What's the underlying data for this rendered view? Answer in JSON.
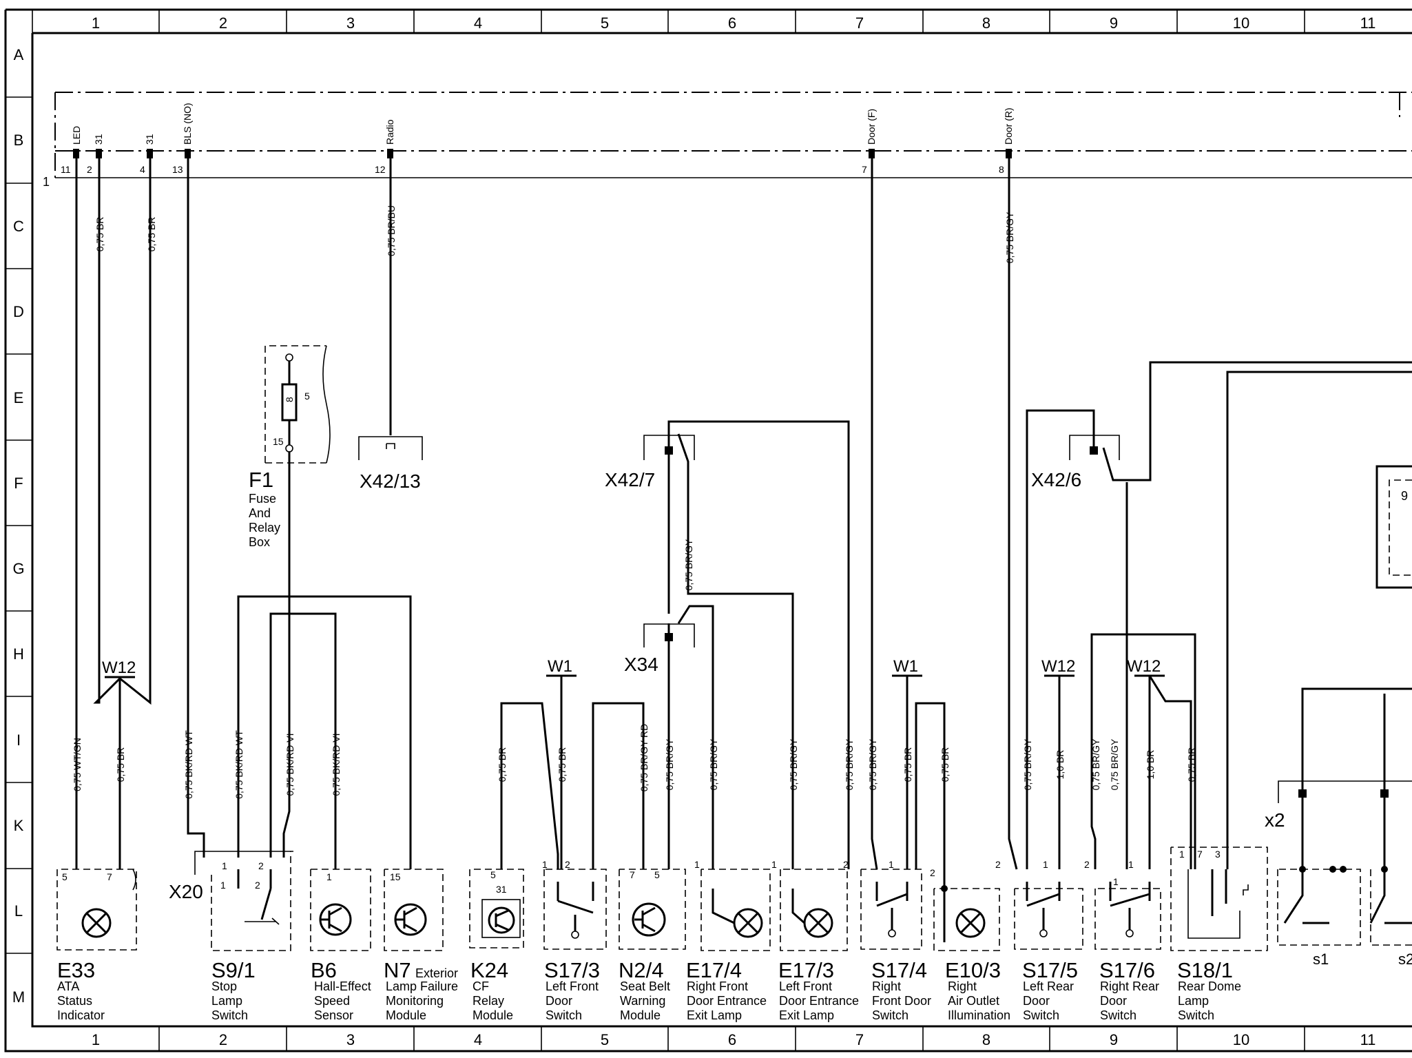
{
  "columns": [
    "1",
    "2",
    "3",
    "4",
    "5",
    "6",
    "7",
    "8",
    "9",
    "10",
    "11"
  ],
  "rows": [
    "A",
    "B",
    "C",
    "D",
    "E",
    "F",
    "G",
    "H",
    "I",
    "K",
    "L",
    "M"
  ],
  "top_connector": {
    "label": "1",
    "pins": [
      {
        "pin": "11",
        "name": "LED"
      },
      {
        "pin": "2",
        "name": "31"
      },
      {
        "pin": "4",
        "name": "31"
      },
      {
        "pin": "13",
        "name": "BLS (NO)"
      },
      {
        "pin": "12",
        "name": "Radio"
      },
      {
        "pin": "7",
        "name": "Door (F)"
      },
      {
        "pin": "8",
        "name": "Door (R)"
      }
    ]
  },
  "wires": [
    "0,75 BR",
    "0,75 BR",
    "0,75 BR/BU",
    "0,75 BR/GY",
    "0,75 WT/GN",
    "0,75 BR",
    "0,75 BK/RD WT",
    "0,75 BK/RD WT",
    "0,75 BK/RD VI",
    "0,75 BK/RD VI",
    "0,75 BR",
    "0,75 BR",
    "0,75 BR/GY RD",
    "0,75 BR/GY",
    "0,75 BR/GY",
    "0,75 BR/GY",
    "0,75 BR/GY",
    "0,75 BR/GY",
    "0,75 BR",
    "0,75 BR",
    "0,75 BR/GY",
    "1,0 BR",
    "0,75 BR/GY",
    "0,75 BR/GY",
    "1,0 BR",
    "0,75 BR",
    "0,75 BR/GY"
  ],
  "splices": [
    "W12",
    "W1",
    "W1",
    "W12",
    "W12"
  ],
  "connectors": [
    "X42/13",
    "X42/7",
    "X34",
    "X42/6",
    "X20",
    "x2"
  ],
  "fuse_box": {
    "code": "F1",
    "lines": [
      "Fuse",
      "And",
      "Relay",
      "Box"
    ],
    "pins": [
      "5",
      "15"
    ],
    "fuse": "8"
  },
  "pin_labels": [
    "5",
    "7",
    "1",
    "2",
    "1",
    "2",
    "1",
    "15",
    "5",
    "31",
    "1",
    "2",
    "7",
    "5",
    "1",
    "1",
    "2",
    "1",
    "2",
    "1",
    "2",
    "1",
    "2",
    "1",
    "1",
    "7",
    "3"
  ],
  "components": [
    {
      "code": "E33",
      "lines": [
        "ATA",
        "Status",
        "Indicator"
      ]
    },
    {
      "code": "S9/1",
      "lines": [
        "Stop",
        "Lamp",
        "Switch"
      ]
    },
    {
      "code": "B6",
      "lines": [
        "Hall-Effect",
        "Speed",
        "Sensor"
      ]
    },
    {
      "code": "N7",
      "suffix": "Exterior",
      "lines": [
        "Lamp Failure",
        "Monitoring",
        "Module"
      ]
    },
    {
      "code": "K24",
      "lines": [
        "CF",
        "Relay",
        "Module"
      ]
    },
    {
      "code": "S17/3",
      "lines": [
        "Left Front",
        "Door",
        "Switch"
      ]
    },
    {
      "code": "N2/4",
      "lines": [
        "Seat Belt",
        "Warning",
        "Module"
      ]
    },
    {
      "code": "E17/4",
      "lines": [
        "Right Front",
        "Door Entrance",
        "Exit Lamp"
      ]
    },
    {
      "code": "E17/3",
      "lines": [
        "Left Front",
        "Door Entrance",
        "Exit Lamp"
      ]
    },
    {
      "code": "S17/4",
      "lines": [
        "Right",
        "Front Door",
        "Switch"
      ]
    },
    {
      "code": "E10/3",
      "lines": [
        "Right",
        "Air Outlet",
        "Illumination"
      ]
    },
    {
      "code": "S17/5",
      "lines": [
        "Left Rear",
        "Door",
        "Switch"
      ]
    },
    {
      "code": "S17/6",
      "lines": [
        "Right Rear",
        "Door",
        "Switch"
      ]
    },
    {
      "code": "S18/1",
      "lines": [
        "Rear Dome",
        "Lamp",
        "Switch"
      ]
    }
  ],
  "sub_switches": [
    "s1",
    "s2"
  ],
  "edge_marks": [
    "9"
  ]
}
